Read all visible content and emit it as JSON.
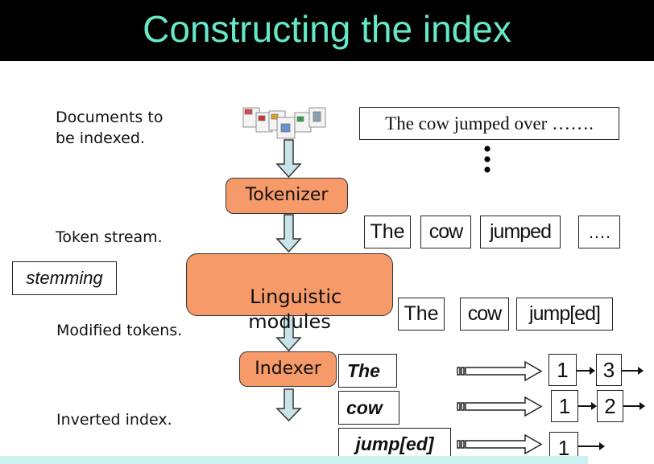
{
  "slide": {
    "title": "Constructing the index"
  },
  "labels": {
    "documents": "Documents to\nbe indexed.",
    "token_stream": "Token stream.",
    "stemming": "stemming",
    "modified_tokens": "Modified tokens.",
    "inverted_index": "Inverted index."
  },
  "stages": {
    "tokenizer": "Tokenizer",
    "linguistic": "Linguistic\nmodules",
    "indexer": "Indexer"
  },
  "document_text": "The cow jumped over …….",
  "tokens": [
    "The",
    "cow",
    "jumped",
    "…."
  ],
  "modified_tokens": [
    "The",
    "cow",
    "jump[ed]"
  ],
  "index": [
    {
      "term": "The",
      "postings": [
        "1",
        "3"
      ]
    },
    {
      "term": "cow",
      "postings": [
        "1",
        "2"
      ]
    },
    {
      "term": "jump[ed]",
      "postings": [
        "1"
      ]
    }
  ],
  "colors": {
    "title_text": "#66e8c8",
    "stage_fill": "#f79a6a",
    "arrow_fill": "#c8e4e8"
  }
}
